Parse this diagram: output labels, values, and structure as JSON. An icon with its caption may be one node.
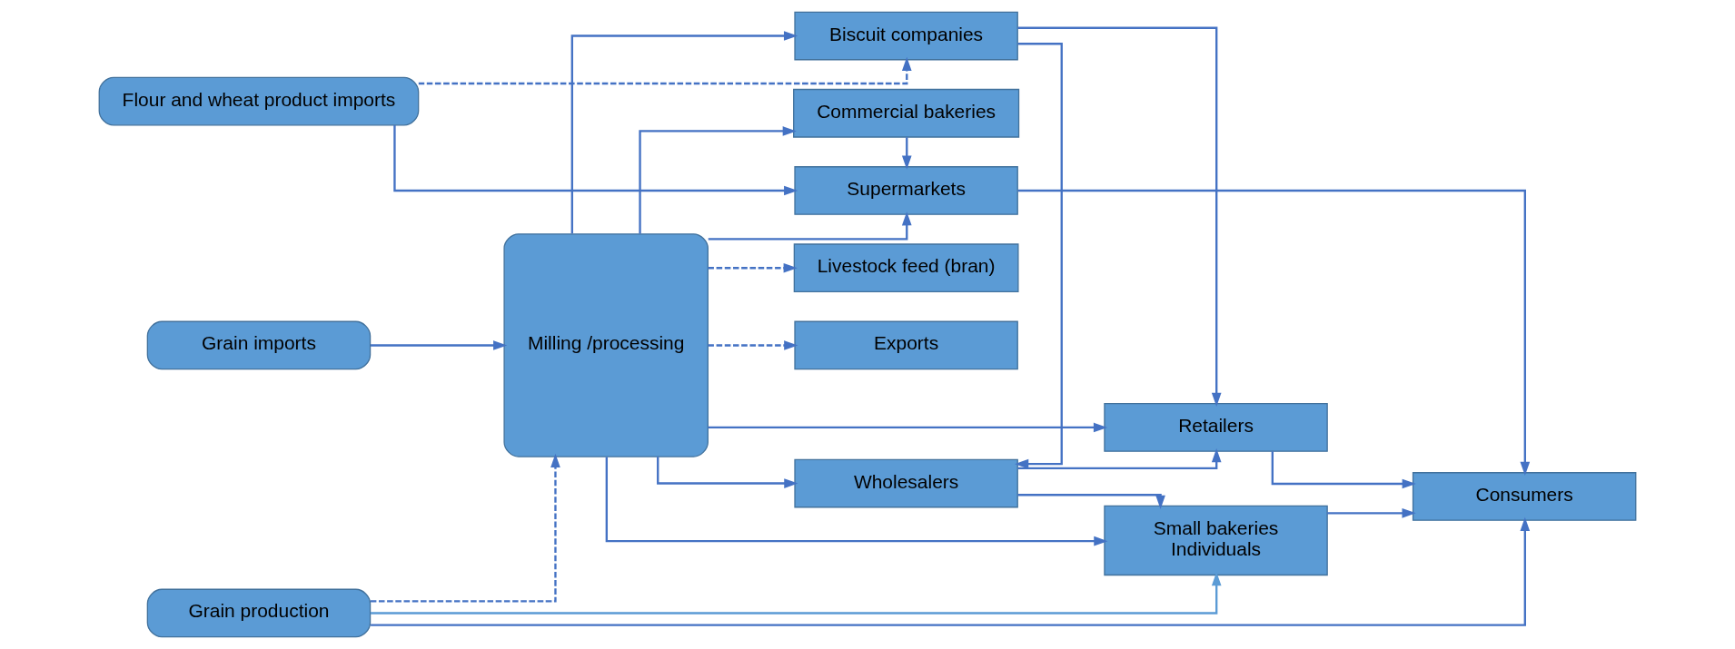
{
  "diagram": {
    "nodes": [
      {
        "text": [
          "Grain production"
        ]
      },
      {
        "text": [
          "Grain imports"
        ]
      },
      {
        "text": [
          "Flour and wheat product imports"
        ]
      },
      {
        "text": [
          "Milling /processing"
        ]
      },
      {
        "text": [
          "Wholesalers"
        ]
      },
      {
        "text": [
          "Commercial bakeries"
        ]
      },
      {
        "text": [
          "Biscuit companies"
        ]
      },
      {
        "text": [
          "Livestock feed (bran)"
        ]
      },
      {
        "text": [
          "Exports"
        ]
      },
      {
        "text": [
          "Supermarkets"
        ]
      },
      {
        "text": [
          "Small bakeries",
          "Individuals"
        ]
      },
      {
        "text": [
          "Retailers"
        ]
      },
      {
        "text": [
          "Consumers"
        ]
      }
    ],
    "edges": [
      {
        "from": 0,
        "to": 12,
        "arrow": "to"
      },
      {
        "from": 0,
        "to": 10,
        "arrow": "to",
        "color": "#5b9bd5"
      },
      {
        "from": 0,
        "to": 3,
        "arrow": "to",
        "style": "dashed"
      },
      {
        "from": 1,
        "to": 3,
        "arrow": "to"
      },
      {
        "from": 3,
        "to": 4,
        "arrow": "to"
      },
      {
        "from": 3,
        "to": 5,
        "arrow": "to"
      },
      {
        "from": 3,
        "to": 10,
        "arrow": "to"
      },
      {
        "from": 3,
        "to": 11,
        "arrow": "to"
      },
      {
        "from": 3,
        "to": 6,
        "arrow": "to"
      },
      {
        "from": 3,
        "to": 9,
        "arrow": "to"
      },
      {
        "from": 3,
        "to": 7,
        "arrow": "to",
        "style": "dashed"
      },
      {
        "from": 3,
        "to": 8,
        "arrow": "to",
        "style": "dashed"
      },
      {
        "from": 2,
        "to": 9,
        "arrow": "to"
      },
      {
        "from": 2,
        "to": 6,
        "arrow": "to",
        "style": "dashed"
      },
      {
        "from": 4,
        "to": 10,
        "arrow": "to"
      },
      {
        "from": 4,
        "to": 11,
        "arrow": "to"
      },
      {
        "from": 6,
        "to": 4,
        "arrow": "to"
      },
      {
        "from": 6,
        "to": 11,
        "arrow": "to"
      },
      {
        "from": 5,
        "to": 9,
        "arrow": "to"
      },
      {
        "from": 10,
        "to": 12,
        "arrow": "to"
      },
      {
        "from": 11,
        "to": 12,
        "arrow": "to"
      },
      {
        "from": 9,
        "to": 12,
        "arrow": "to"
      }
    ]
  }
}
